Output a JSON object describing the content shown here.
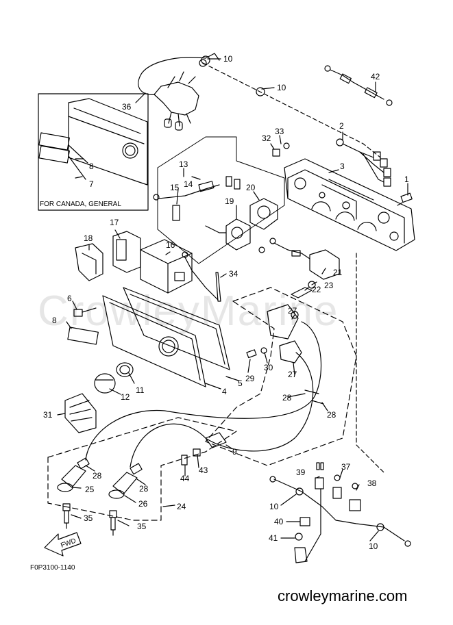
{
  "diagram": {
    "watermark": "CrowleyMarine",
    "inset_caption": "FOR CANADA, GENERAL",
    "figure_code": "F0P3100-1140",
    "site": "crowleymarine.com",
    "fwd_label": "FWD",
    "callouts": [
      {
        "id": "c10a",
        "label": "10"
      },
      {
        "id": "c10b",
        "label": "10"
      },
      {
        "id": "c42",
        "label": "42"
      },
      {
        "id": "c36",
        "label": "36"
      },
      {
        "id": "c2",
        "label": "2"
      },
      {
        "id": "c33",
        "label": "33"
      },
      {
        "id": "c32",
        "label": "32"
      },
      {
        "id": "c3",
        "label": "3"
      },
      {
        "id": "c8a",
        "label": "8"
      },
      {
        "id": "c7",
        "label": "7"
      },
      {
        "id": "c13",
        "label": "13"
      },
      {
        "id": "c14",
        "label": "14"
      },
      {
        "id": "c15",
        "label": "15"
      },
      {
        "id": "c20",
        "label": "20"
      },
      {
        "id": "c19",
        "label": "19"
      },
      {
        "id": "c1",
        "label": "1"
      },
      {
        "id": "c17",
        "label": "17"
      },
      {
        "id": "c18",
        "label": "18"
      },
      {
        "id": "c16",
        "label": "16"
      },
      {
        "id": "c34",
        "label": "34"
      },
      {
        "id": "c21",
        "label": "21"
      },
      {
        "id": "c23",
        "label": "23"
      },
      {
        "id": "c22",
        "label": "22"
      },
      {
        "id": "c6",
        "label": "6"
      },
      {
        "id": "c8b",
        "label": "8"
      },
      {
        "id": "c27a",
        "label": "27"
      },
      {
        "id": "c27b",
        "label": "27"
      },
      {
        "id": "c29",
        "label": "29"
      },
      {
        "id": "c30",
        "label": "30"
      },
      {
        "id": "c5",
        "label": "5"
      },
      {
        "id": "c4",
        "label": "4"
      },
      {
        "id": "c11",
        "label": "11"
      },
      {
        "id": "c12",
        "label": "12"
      },
      {
        "id": "c31",
        "label": "31"
      },
      {
        "id": "c28a",
        "label": "28"
      },
      {
        "id": "c28b",
        "label": "28"
      },
      {
        "id": "c9",
        "label": "9"
      },
      {
        "id": "c43",
        "label": "43"
      },
      {
        "id": "c44",
        "label": "44"
      },
      {
        "id": "c28c",
        "label": "28"
      },
      {
        "id": "c28d",
        "label": "28"
      },
      {
        "id": "c25",
        "label": "25"
      },
      {
        "id": "c26",
        "label": "26"
      },
      {
        "id": "c24",
        "label": "24"
      },
      {
        "id": "c35a",
        "label": "35"
      },
      {
        "id": "c35b",
        "label": "35"
      },
      {
        "id": "c39",
        "label": "39"
      },
      {
        "id": "c37",
        "label": "37"
      },
      {
        "id": "c38",
        "label": "38"
      },
      {
        "id": "c10c",
        "label": "10"
      },
      {
        "id": "c40",
        "label": "40"
      },
      {
        "id": "c41",
        "label": "41"
      },
      {
        "id": "c10d",
        "label": "10"
      }
    ]
  }
}
